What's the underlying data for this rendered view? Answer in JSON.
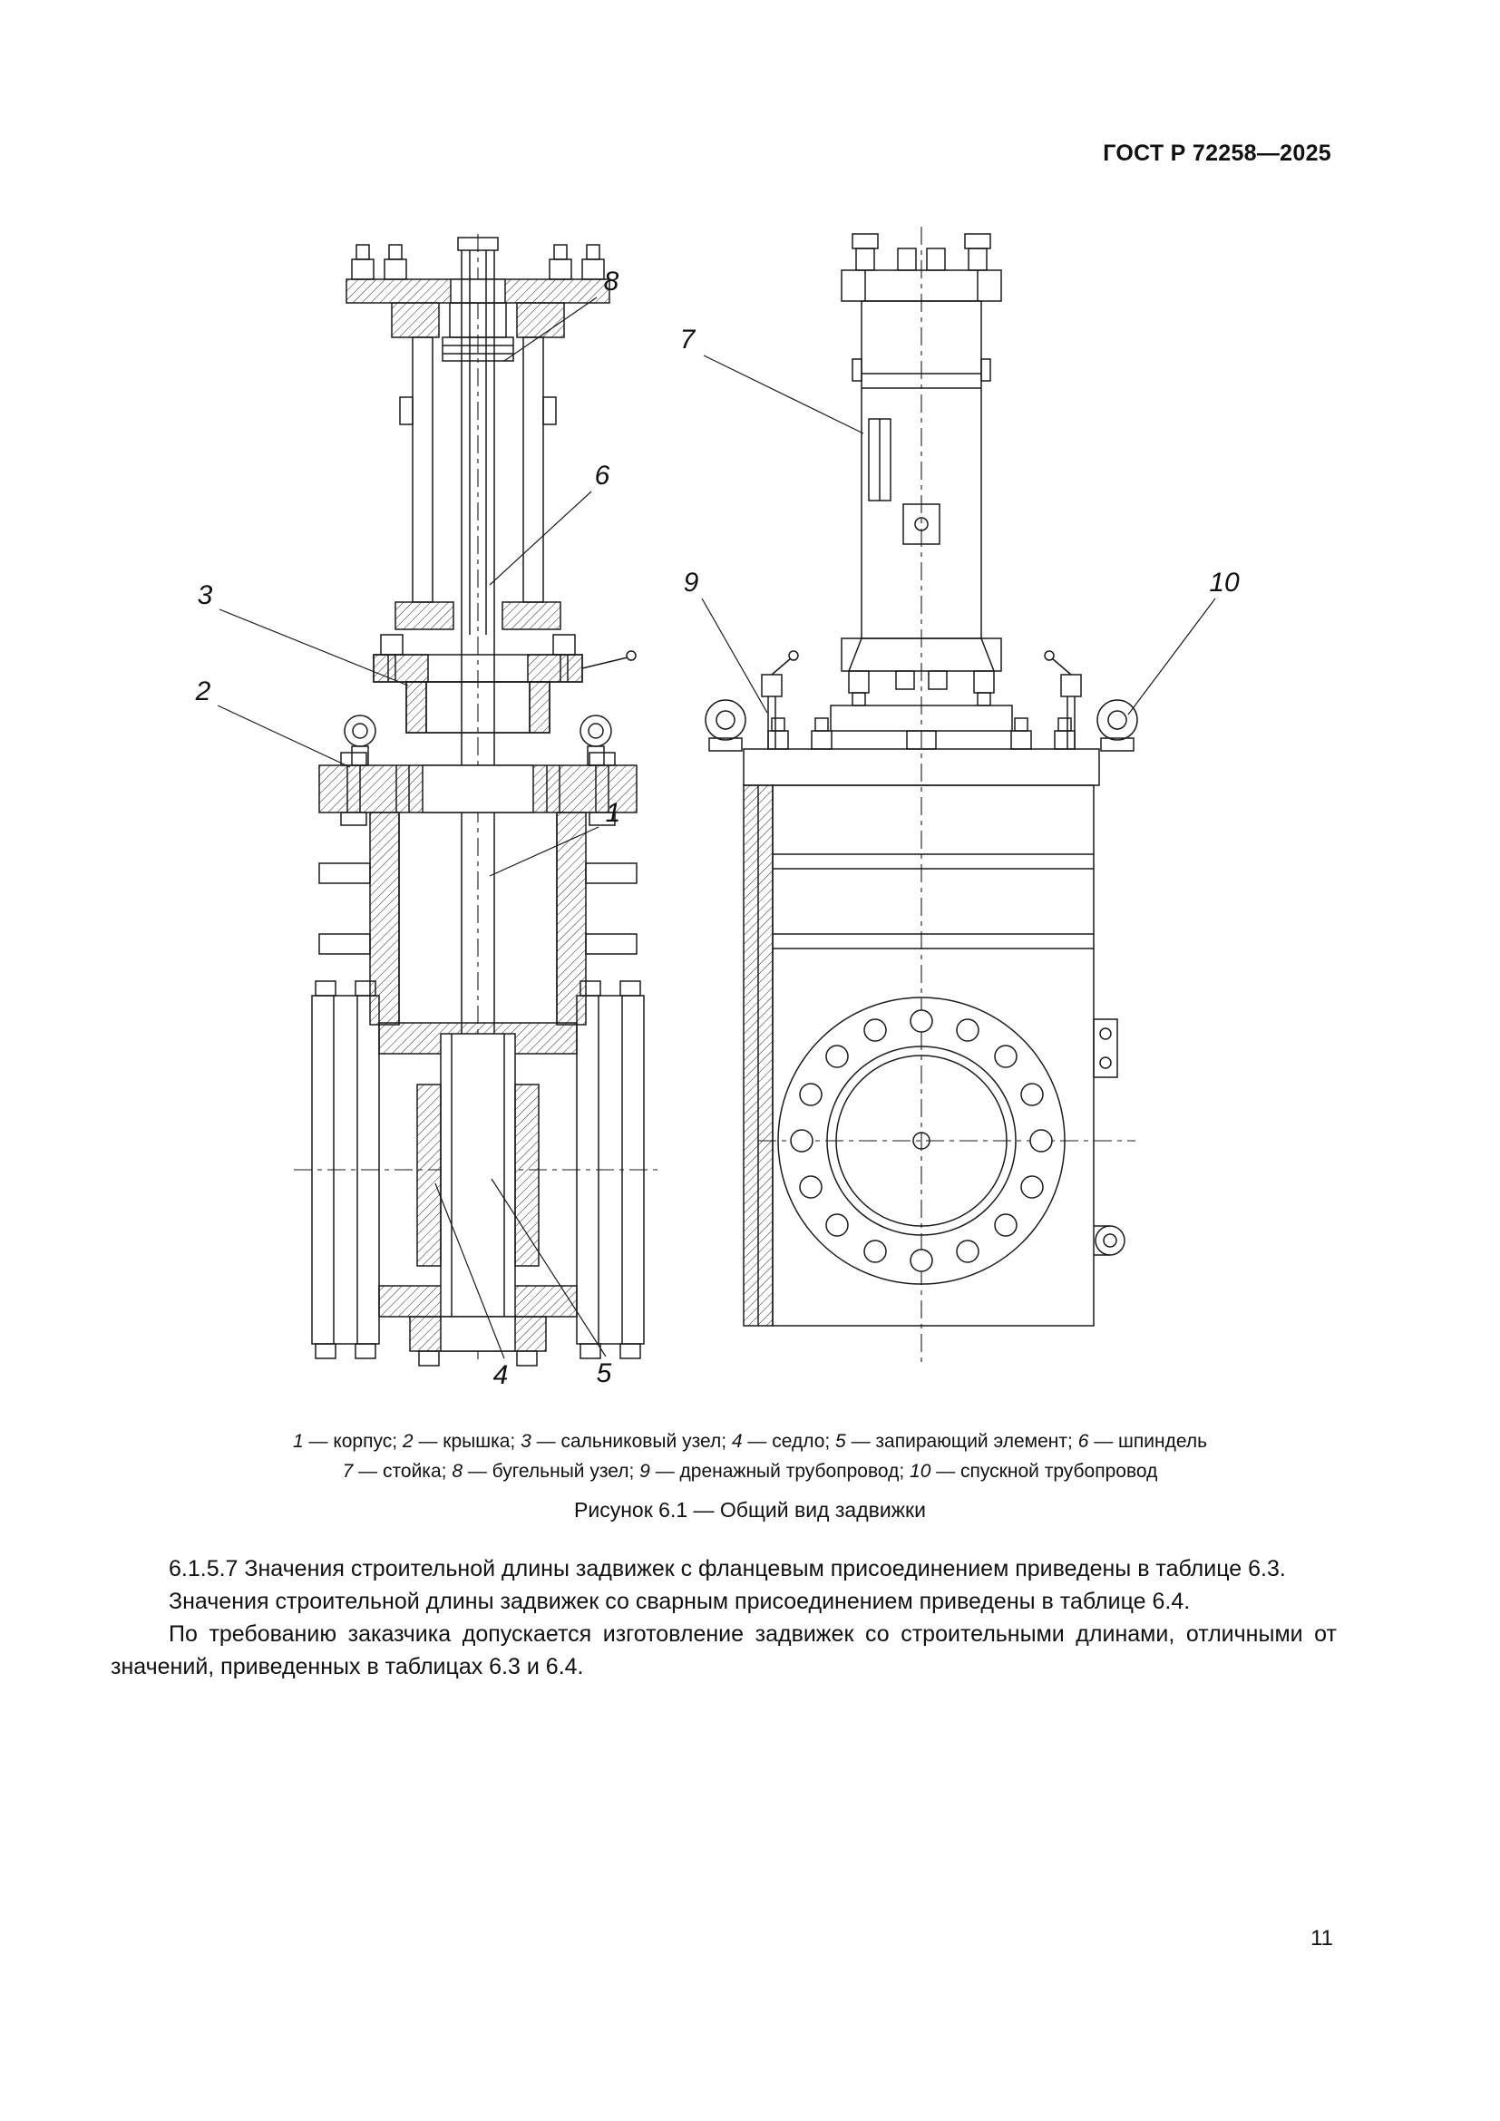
{
  "page": {
    "header": "ГОСТ Р 72258—2025",
    "number": "11"
  },
  "figure": {
    "callouts": {
      "k1": "1",
      "k2": "2",
      "k3": "3",
      "k4": "4",
      "k5": "5",
      "k6": "6",
      "k7": "7",
      "k8": "8",
      "k9": "9",
      "k10": "10"
    },
    "legend": {
      "line1": [
        {
          "num": "1",
          "text": "корпус"
        },
        {
          "num": "2",
          "text": "крышка"
        },
        {
          "num": "3",
          "text": "сальниковый узел"
        },
        {
          "num": "4",
          "text": "седло"
        },
        {
          "num": "5",
          "text": "запирающий элемент"
        },
        {
          "num": "6",
          "text": "шпиндель"
        }
      ],
      "line2": [
        {
          "num": "7",
          "text": "стойка"
        },
        {
          "num": "8",
          "text": "бугельный узел"
        },
        {
          "num": "9",
          "text": "дренажный трубопровод"
        },
        {
          "num": "10",
          "text": "спускной трубопровод"
        }
      ]
    },
    "caption": "Рисунок 6.1 — Общий вид задвижки"
  },
  "content": {
    "para1": "6.1.5.7 Значения строительной длины задвижек с фланцевым присоединением приведены в таблице 6.3.",
    "para2": "Значения строительной длины задвижек со сварным присоединением приведены в таблице 6.4.",
    "para3": "По требованию заказчика допускается изготовление задвижек со строительными длинами, отличными от значений, приведенных в таблицах 6.3 и 6.4."
  }
}
